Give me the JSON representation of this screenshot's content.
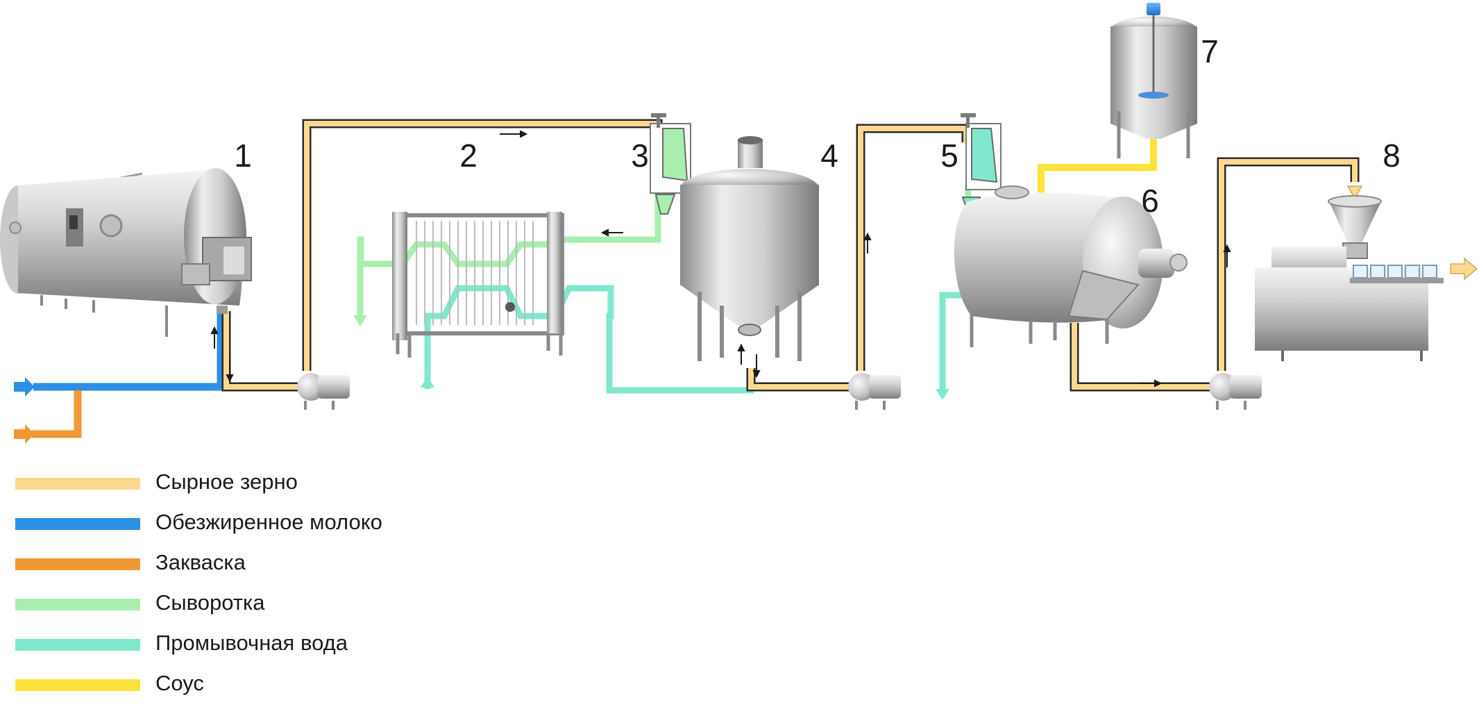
{
  "colors": {
    "curd": "#fcd98f",
    "skim_milk": "#2b8fe3",
    "starter": "#f29833",
    "whey": "#a9eeae",
    "wash_water": "#7fe8cd",
    "sauce": "#fde23a"
  },
  "equipment_numbers": [
    "1",
    "2",
    "3",
    "4",
    "5",
    "6",
    "7",
    "8"
  ],
  "legend": [
    {
      "label": "Сырное зерно",
      "color_key": "curd"
    },
    {
      "label": "Обезжиренное молоко",
      "color_key": "skim_milk"
    },
    {
      "label": "Закваска",
      "color_key": "starter"
    },
    {
      "label": "Сыворотка",
      "color_key": "whey"
    },
    {
      "label": "Промывочная вода",
      "color_key": "wash_water"
    },
    {
      "label": "Соус",
      "color_key": "sauce"
    }
  ]
}
